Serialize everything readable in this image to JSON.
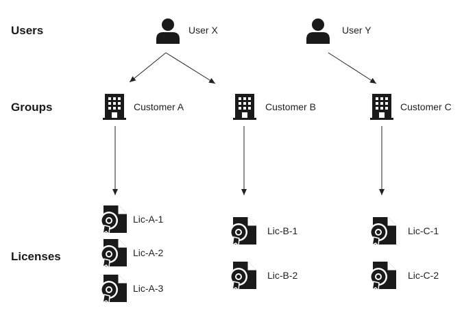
{
  "rows": {
    "users": "Users",
    "groups": "Groups",
    "licenses": "Licenses"
  },
  "users": [
    {
      "label": "User X",
      "icon": "user-icon"
    },
    {
      "label": "User Y",
      "icon": "user-icon"
    }
  ],
  "groups": [
    {
      "label": "Customer A",
      "icon": "building-icon"
    },
    {
      "label": "Customer B",
      "icon": "building-icon"
    },
    {
      "label": "Customer C",
      "icon": "building-icon"
    }
  ],
  "licenses": [
    {
      "label": "Lic-A-1",
      "icon": "license-certificate-icon"
    },
    {
      "label": "Lic-A-2",
      "icon": "license-certificate-icon"
    },
    {
      "label": "Lic-A-3",
      "icon": "license-certificate-icon"
    },
    {
      "label": "Lic-B-1",
      "icon": "license-certificate-icon"
    },
    {
      "label": "Lic-B-2",
      "icon": "license-certificate-icon"
    },
    {
      "label": "Lic-C-1",
      "icon": "license-certificate-icon"
    },
    {
      "label": "Lic-C-2",
      "icon": "license-certificate-icon"
    }
  ],
  "colors": {
    "icon": "#1a1a1a",
    "edge": "#222222"
  }
}
